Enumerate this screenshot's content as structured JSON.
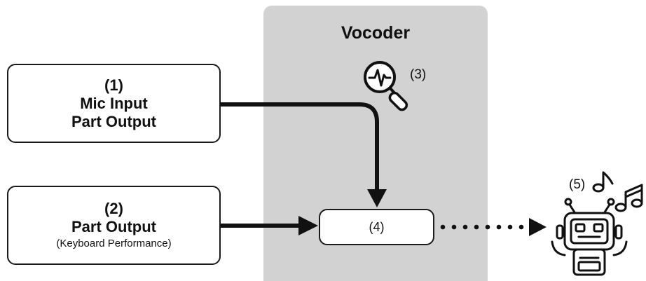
{
  "panel": {
    "title": "Vocoder"
  },
  "box1": {
    "number": "(1)",
    "line1": "Mic Input",
    "line2": "Part Output"
  },
  "box2": {
    "number": "(2)",
    "line1": "Part Output",
    "line2": "(Keyboard Performance)"
  },
  "box4": {
    "label": "(4)"
  },
  "analyzer": {
    "label": "(3)",
    "icon": "waveform-magnifier-icon"
  },
  "output": {
    "label": "(5)",
    "icon": "robot-icon",
    "notes": "music-note-icon"
  }
}
